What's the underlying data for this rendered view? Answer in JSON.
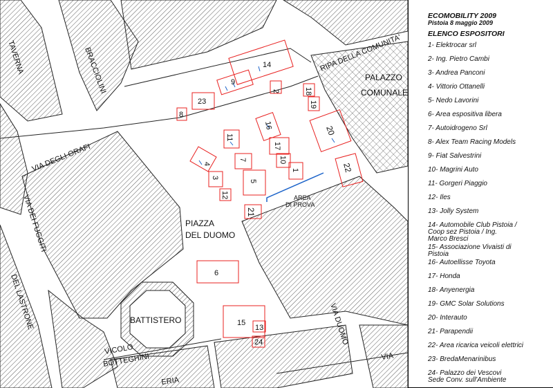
{
  "legend": {
    "title": "ECOMOBILITY 2009",
    "subtitle": "Pistoia 8 maggio 2009",
    "list_title": "ELENCO ESPOSITORI",
    "exhibitors": [
      "1- Elektrocar srl",
      "2- Ing. Pietro Cambi",
      "3- Andrea Panconi",
      "4- Vittorio Ottanelli",
      "5- Nedo Lavorini",
      "6- Area espositiva libera",
      "7- Autoidrogeno Srl",
      "8- Alex Team Racing Models",
      "9- Fiat Salvestrini",
      "10- Magrini Auto",
      "11- Gorgeri Piaggio",
      "12- Iles",
      "13- Jolly System",
      "14- Automobile Club Pistoia /\nCoop sez Pistoia / Ing.\nMarco Bresci",
      "15- Associazione Vivaisti di\nPistoia",
      "16- Autoellisse Toyota",
      "17- Honda",
      "18- Anyenergia",
      "19- GMC Solar Solutions",
      "20- Interauto",
      "21- Parapendii",
      "22- Area ricarica veicoli elettrici",
      "23- BredaMenarinibus",
      "24- Palazzo dei Vescovi\nSede Conv. sull'Ambiente"
    ]
  },
  "map": {
    "streets": {
      "taverna": "TAVERNA",
      "braccioloni": "BRACCIOLINI",
      "ripa": "RIPA DELLA COMUNITA'",
      "orafi": "VIA DEGLI ORAFI",
      "fuggiti": "VIA      DEI      FUGGITI",
      "lastrone": "DEL      LASTRONE",
      "duomo": "VIA      DUOMO",
      "via_right": "VIA",
      "vicolo": "VICOLO",
      "botteghini": "BOTTEGHINI",
      "cut_bottom": "ERIA"
    },
    "places": {
      "palazzo1": "PALAZZO",
      "palazzo2": "COMUNALE",
      "piazza1": "PIAZZA",
      "piazza2": "DEL DUOMO",
      "battistero": "BATTISTERO",
      "area1": "AREA",
      "area2": "DI PROVA"
    },
    "stands": {
      "s1": "1",
      "s2": "2",
      "s3": "3",
      "s4": "4",
      "s5": "5",
      "s6": "6",
      "s7": "7",
      "s8": "8",
      "s9": "9",
      "s10": "10",
      "s11": "11",
      "s12": "12",
      "s13": "13",
      "s14": "14",
      "s15": "15",
      "s16": "16",
      "s17": "17",
      "s18": "18",
      "s19": "19",
      "s20": "20",
      "s21": "21",
      "s22": "22",
      "s23": "23",
      "s24": "24"
    },
    "colors": {
      "stand": "#e8201f",
      "test_area": "#1a62c9",
      "lines": "#222222"
    }
  }
}
